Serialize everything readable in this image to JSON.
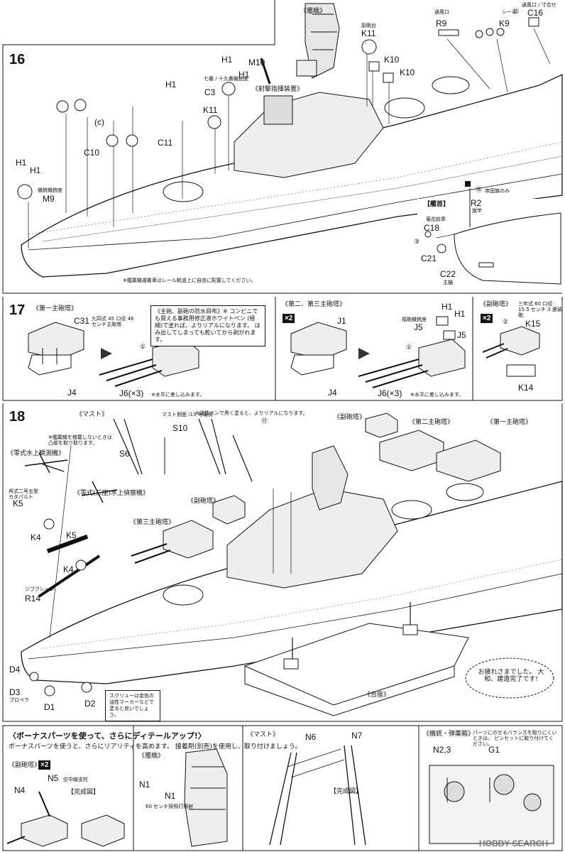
{
  "steps": {
    "s16": {
      "number": "16",
      "bridge_label": "《艦橋》",
      "bow_label": "【艦首】",
      "fire_director_label": "《射撃指揮装置》",
      "parts": {
        "H1a": "H1",
        "H1b": "H1",
        "H1c": "H1",
        "H1d": "H1",
        "H1e": "H1",
        "M10": "M10",
        "K11a": "K11",
        "K11b": "K11",
        "K10a": "K10",
        "K10b": "K10",
        "R9": "R9",
        "K9": "K9",
        "C16": "C16",
        "C3": "C3",
        "C10": "C10",
        "C11": "C11",
        "M9": "M9",
        "c": "(c)",
        "R2": "R2",
        "C18": "C18",
        "C21": "C21",
        "C22": "C22"
      },
      "small_notes": {
        "c16_seal": "シール",
        "c16_no": "㉕",
        "c16_note": "通風口 / 寸合せ",
        "r9_note": "通風口",
        "k11_note": "副砲台",
        "c3_note": "七番 / 十九番機銃座",
        "m9_note": "機銃機銃座",
        "c18_note": "菊花紋章",
        "c22_note": "主錨",
        "r2_note": "旗竿",
        "seal16": "⑯",
        "seal3": "③",
        "flag_note": "帝国旗のみ",
        "rail_note": "※艦載機運搬車はレール軌道上に自由に配置してください。"
      }
    },
    "s17": {
      "number": "17",
      "section1": "《第一主砲塔》",
      "section2": "《第二、第三主砲塔》",
      "section3": "《副砲塔》",
      "x2a": "×2",
      "x2b": "×2",
      "note_box": "《主砲、副砲の防水目布》※ コンビニでも買える事務用修正液ホワイトペン (極細)で塗れば、よりリアルになります。 はみ出してしまっても乾いてから剥がれます。",
      "parts": {
        "C31": "C31",
        "J4a": "J4",
        "J6a": "J6(×3)",
        "J1": "J1",
        "J5a": "J5",
        "J5b": "J5",
        "H1a": "H1",
        "H1b": "H1",
        "J4b": "J4",
        "J6b": "J6(×3)",
        "K15": "K15",
        "K14": "K14"
      },
      "notes": {
        "c31": "九四式 45 口径 46 センチ主砲塔",
        "j6_note": "※水平に差し込みます。",
        "j5_note": "福砲機銃座",
        "k15_note": "三年式 60 口径 15.5 センチ 3 連装砲",
        "seal2": "②",
        "seal1": "①"
      }
    },
    "s18": {
      "number": "18",
      "mast_label": "《マスト》",
      "s10_note": "マスト側面 /13 号電探",
      "oil_note": "※油性ペンで黒く塗ると、よりリアルになります。",
      "seal17": "⑰",
      "aircraft_note": "※艦載機を搭載しないときは 凸部を取り取ります。",
      "zero_obs": "《零式水上観測機》",
      "zero_recon": "《零式(三座)水上偵察機》",
      "catapult": "呉式二号五型 カタパルト",
      "crane": "ジブクレーン",
      "sub_turret_a": "《副砲塔》",
      "sub_turret_b": "《副砲塔》",
      "main3": "《第三主砲塔》",
      "main2": "《第二主砲塔》",
      "main1": "《第一主砲塔》",
      "base": "《台座》",
      "propeller": "プロペラ",
      "screw_note": "スクリューは金色の 油性マーカーなどで 塗ると良いでしょう。",
      "finish_msg": "お疲れさまでした。 大和、建造完了です!",
      "parts": {
        "S6": "S6",
        "S10": "S10",
        "K5a": "K5",
        "K4a": "K4",
        "K5b": "K5",
        "K4b": "K4",
        "R14": "R14",
        "D4": "D4",
        "D3": "D3",
        "D1": "D1",
        "D2": "D2"
      }
    },
    "bonus": {
      "title": "〈ボーナスパーツを使って、さらにディテールアップ!〉",
      "desc": "ボーナスパーツを使うと、さらにリアリティを高めます。 接着剤(別売)を使用し、取り付けましょう。",
      "sub_turret": "《副砲塔》",
      "x2": "×2",
      "n5": "N5",
      "n5_note": "空中線支柱",
      "n4": "N4",
      "done1": "【完成図】",
      "bridge": "《艦橋》",
      "n1a": "N1",
      "n1b": "N1",
      "n1_note": "60 センチ探照灯照射",
      "mast": "《マスト》",
      "n6": "N6",
      "n7": "N7",
      "done2": "【完成図】",
      "gun": "《機銃・弾薬箱》",
      "gun_note": "パーツにのせるバランスを取りにくいときは、 ピンセットに取り付けてください。",
      "n23": "N2,3",
      "g1": "G1",
      "watermark": "HOBBY SEARCH"
    }
  }
}
